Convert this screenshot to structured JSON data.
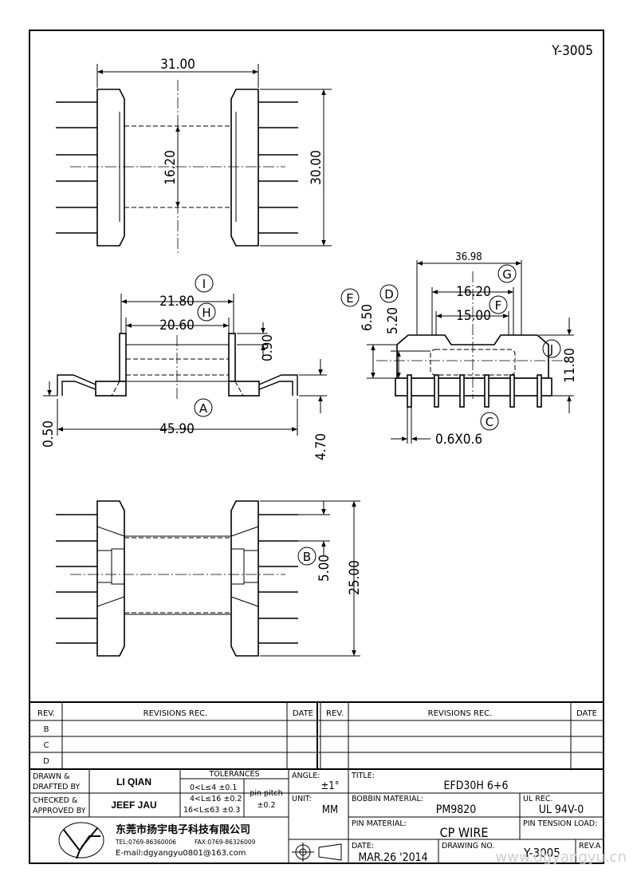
{
  "drawing_id": "Y-3005",
  "top_view": {
    "width": "31.00",
    "height": "30.00",
    "core": "16.20"
  },
  "side_view": {
    "i": "21.80",
    "h": "20.60",
    "flange": "0.90",
    "overall": "45.90",
    "pin_offset": "0.50",
    "pin_len": "4.70"
  },
  "end_view": {
    "overall": "36.98",
    "d": "16.20",
    "f": "15.00",
    "e": "6.50",
    "d2": "5.20",
    "height": "11.80",
    "pin": "0.6X0.6"
  },
  "bottom_view": {
    "slot": "5.00",
    "height": "25.00"
  },
  "markers": {
    "a": "A",
    "b": "B",
    "c": "C",
    "d": "D",
    "e": "E",
    "f": "F",
    "g": "G",
    "h": "H",
    "i": "I",
    "j": "J"
  },
  "revisions": {
    "headers": {
      "rev": "REV.",
      "rec": "REVISIONS   REC.",
      "date": "DATE"
    },
    "left_rows": [
      "B",
      "C",
      "D"
    ]
  },
  "title_block": {
    "drawn_label": "DRAWN &\nDRAFTED BY",
    "drawn_by": "LI QIAN",
    "checked_label": "CHECKED &\nAPPROVED BY",
    "checked_by": "JEEF JAU",
    "tolerances_label": "TOLERANCES",
    "tol_1": "0<L≤4    ±0.1",
    "tol_2": "4<L≤16   ±0.2",
    "tol_3": "16<L≤63 ±0.3",
    "pin_pitch": "pin pitch",
    "pin_pitch_val": "±0.2",
    "angle_label": "ANGLE:",
    "angle": "±1°",
    "unit_label": "UNIT:",
    "unit": "MM",
    "title_label": "TITLE:",
    "title": "EFD30H  6+6",
    "bobbin_label": "BOBBIN MATERIAL:",
    "bobbin": "PM9820",
    "ul_label": "UL REC.",
    "ul": "UL 94V-0",
    "pin_mat_label": "PIN MATERIAL:",
    "pin_mat": "CP  WIRE",
    "pin_tension_label": "PIN TENSION LOAD:",
    "date_label": "DATE:",
    "date": "MAR.26 '2014",
    "drawing_no_label": "DRAWING NO.",
    "drawing_no": "Y-3005",
    "rev_label": "REV.A",
    "company": "东莞市扬宇电子科技有限公司",
    "tel": "TEL:0769-86360006",
    "fax": "FAX:0769-86326009",
    "email": "E-mail:dgyangyu0801@163.com",
    "watermark": "www.dgyangyu.cn"
  }
}
